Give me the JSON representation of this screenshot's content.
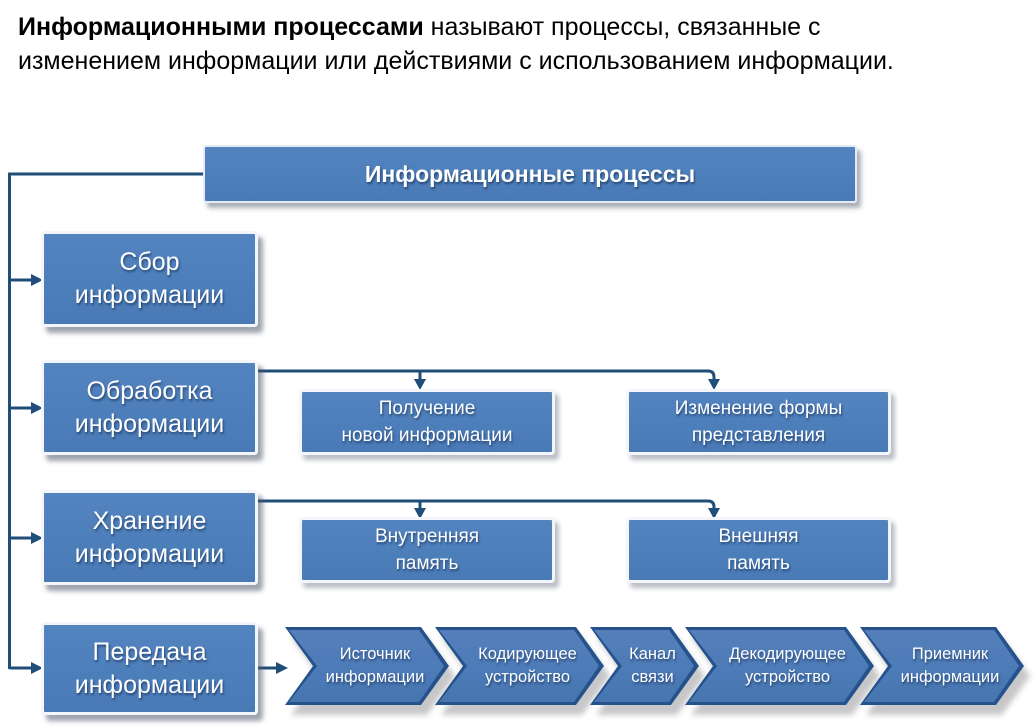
{
  "intro": {
    "bold": "Информационными процессами",
    "rest": " называют процессы, связанные с изменением информации или действиями с использованием информации."
  },
  "colors": {
    "box_fill": "#4c7eba",
    "box_border": "#f2f5fa",
    "chevron_border": "#26528b",
    "connector_line": "#1f4e79",
    "text_on_box": "#ffffff",
    "body_text": "#000000"
  },
  "tree": {
    "root_label": "Информационные процессы",
    "rows": [
      {
        "l1": "Сбор",
        "l2": "информации"
      },
      {
        "l1": "Обработка",
        "l2": "информации"
      },
      {
        "l1": "Хранение",
        "l2": "информации"
      },
      {
        "l1": "Передача",
        "l2": "информации"
      }
    ],
    "processing": [
      {
        "l1": "Получение",
        "l2": "новой информации"
      },
      {
        "l1": "Изменение формы",
        "l2": "представления"
      }
    ],
    "storage": [
      {
        "l1": "Внутренняя",
        "l2": "память"
      },
      {
        "l1": "Внешняя",
        "l2": "память"
      }
    ],
    "transfer": [
      {
        "l1": "Источник",
        "l2": "информации"
      },
      {
        "l1": "Кодирующее",
        "l2": "устройство"
      },
      {
        "l1": "Канал",
        "l2": "связи"
      },
      {
        "l1": "Декодирующее",
        "l2": "устройство"
      },
      {
        "l1": "Приемник",
        "l2": "информации"
      }
    ]
  }
}
